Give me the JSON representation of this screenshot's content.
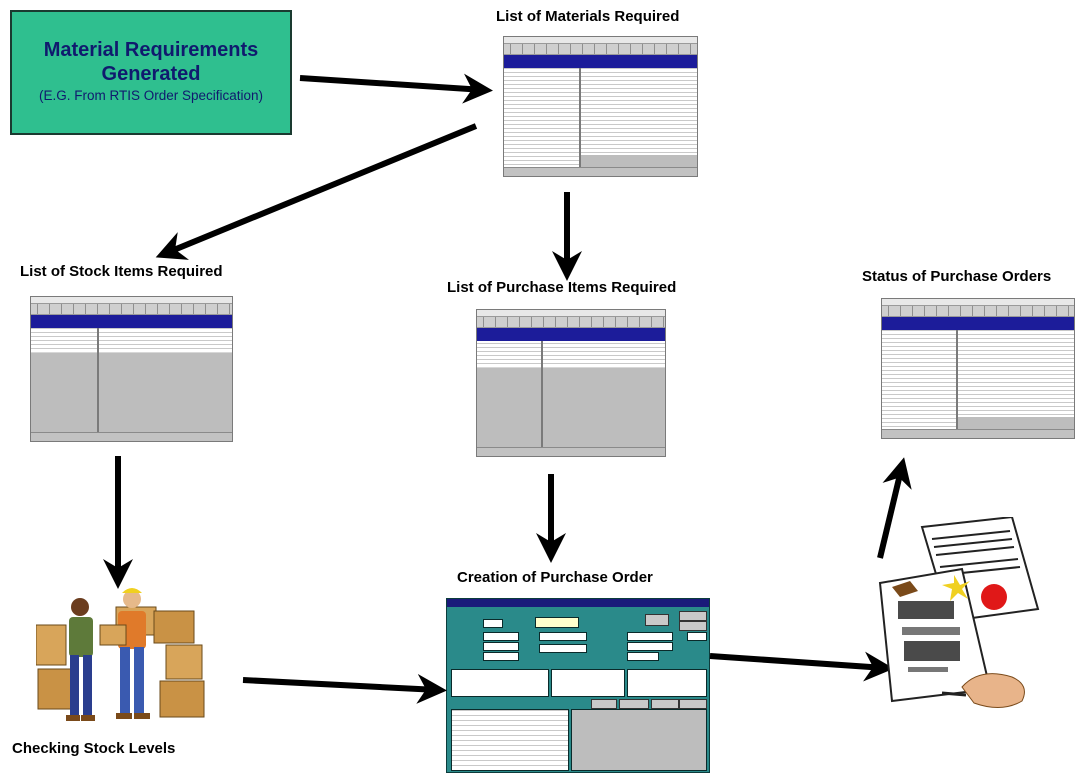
{
  "start_box": {
    "line1": "Material Requirements",
    "line2": "Generated",
    "line3": "(E.G. From RTIS Order Specification)"
  },
  "captions": {
    "materials": "List of Materials Required",
    "stock_items": "List of Stock Items Required",
    "purchase_items": "List of Purchase Items Required",
    "status_orders": "Status of Purchase Orders",
    "creation_po": "Creation of Purchase Order",
    "checking_stock": "Checking Stock Levels"
  },
  "colors": {
    "start_box_fill": "#2fbf8f",
    "start_box_text": "#101a6e",
    "arrow": "#000000",
    "window_title": "#1c1c9a",
    "form_fill": "#2a8a8a"
  },
  "icons": {
    "workers": "workers-with-boxes-clipart",
    "documents": "signing-documents-clipart"
  }
}
